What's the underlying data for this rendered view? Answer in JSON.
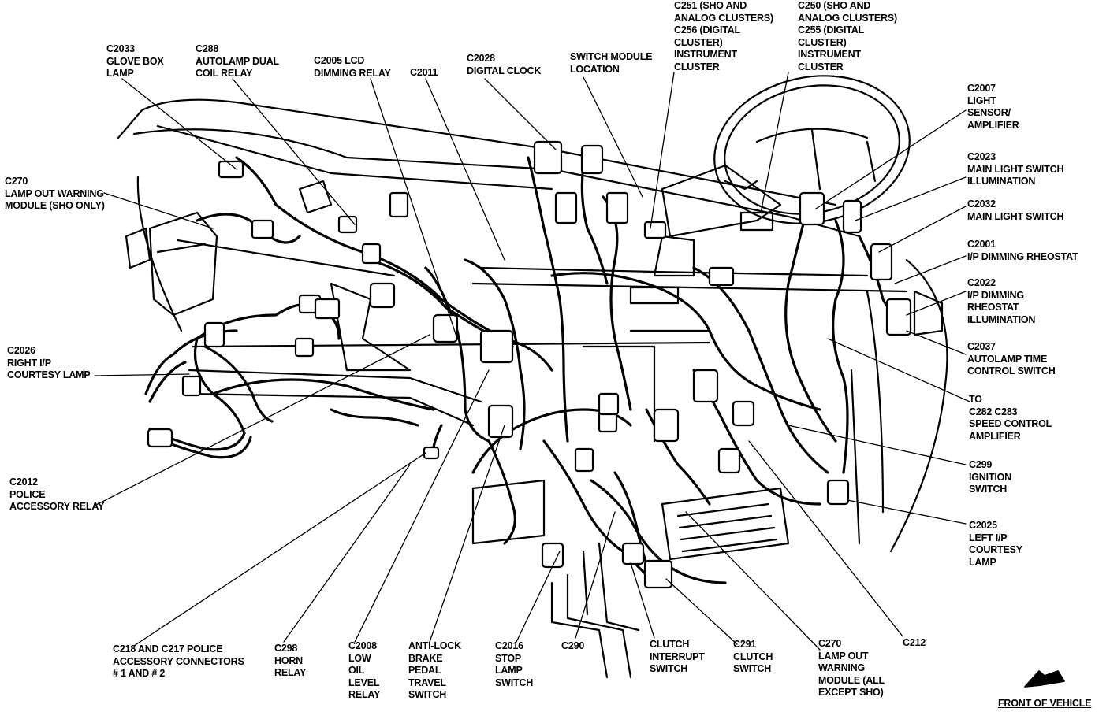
{
  "labels": {
    "c2033": [
      "C2033",
      "GLOVE BOX",
      "LAMP"
    ],
    "c288": [
      "C288",
      "AUTOLAMP DUAL",
      "COIL RELAY"
    ],
    "c2005": [
      "C2005 LCD",
      "DIMMING RELAY"
    ],
    "c2011": [
      "C2011"
    ],
    "c2028": [
      "C2028",
      "DIGITAL CLOCK"
    ],
    "switch_module": [
      "SWITCH MODULE",
      "LOCATION"
    ],
    "c251": [
      "C251 (SHO AND",
      "ANALOG CLUSTERS)",
      "C256 (DIGITAL",
      "CLUSTER)",
      "INSTRUMENT",
      "CLUSTER"
    ],
    "c250": [
      "C250 (SHO AND",
      "ANALOG CLUSTERS)",
      "C255 (DIGITAL",
      "CLUSTER)",
      "INSTRUMENT",
      "CLUSTER"
    ],
    "c2007": [
      "C2007",
      "LIGHT",
      "SENSOR/",
      "AMPLIFIER"
    ],
    "c2023": [
      "C2023",
      "MAIN LIGHT SWITCH",
      "ILLUMINATION"
    ],
    "c2032": [
      "C2032",
      "MAIN LIGHT SWITCH"
    ],
    "c2001": [
      "C2001",
      "I/P DIMMING RHEOSTAT"
    ],
    "c2022": [
      "C2022",
      "I/P DIMMING",
      "RHEOSTAT",
      "ILLUMINATION"
    ],
    "c2037": [
      "C2037",
      "AUTOLAMP TIME",
      "CONTROL SWITCH"
    ],
    "to_c282": [
      "TO",
      "C282 C283",
      "SPEED CONTROL",
      "AMPLIFIER"
    ],
    "c299": [
      "C299",
      "IGNITION",
      "SWITCH"
    ],
    "c2025_left": [
      "C2025",
      "LEFT I/P",
      "COURTESY",
      "LAMP"
    ],
    "c212": [
      "C212"
    ],
    "c270_bottom": [
      "C270",
      "LAMP OUT",
      "WARNING",
      "MODULE (ALL",
      "EXCEPT SHO)"
    ],
    "c291": [
      "C291",
      "CLUTCH",
      "SWITCH"
    ],
    "clutch_interrupt": [
      "CLUTCH",
      "INTERRUPT",
      "SWITCH"
    ],
    "c290": [
      "C290"
    ],
    "c2016": [
      "C2016",
      "STOP",
      "LAMP",
      "SWITCH"
    ],
    "antilock": [
      "ANTI-LOCK",
      "BRAKE",
      "PEDAL",
      "TRAVEL",
      "SWITCH"
    ],
    "c2008": [
      "C2008",
      "LOW",
      "OIL",
      "LEVEL",
      "RELAY"
    ],
    "c298": [
      "C298",
      "HORN",
      "RELAY"
    ],
    "c218": [
      "C218 AND C217 POLICE",
      "ACCESSORY CONNECTORS",
      "# 1 AND # 2"
    ],
    "c2012": [
      "C2012",
      "POLICE",
      "ACCESSORY RELAY"
    ],
    "c2026": [
      "C2026",
      "RIGHT I/P",
      "COURTESY LAMP"
    ],
    "c270_top": [
      "C270",
      "LAMP OUT WARNING",
      "MODULE (SHO ONLY)"
    ]
  },
  "front_of_vehicle": "FRONT OF VEHICLE"
}
